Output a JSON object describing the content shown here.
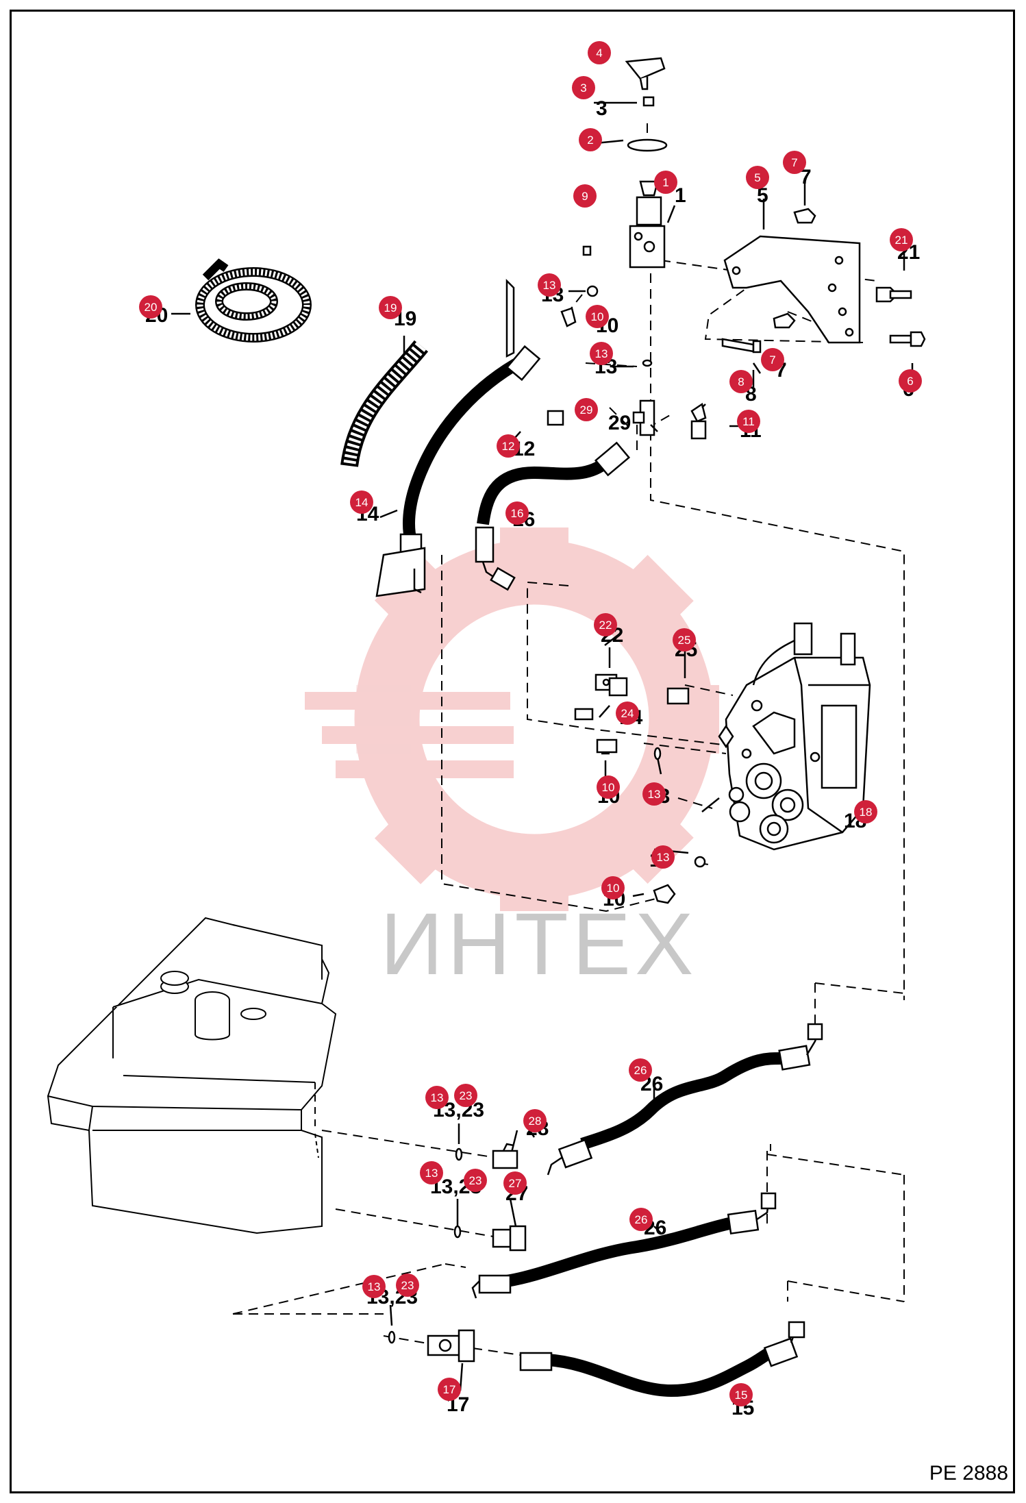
{
  "document": {
    "code": "PE 2888",
    "watermark": "ИНТЕХ"
  },
  "colors": {
    "callout": "#d0203a",
    "watermark_gear": "#f5c5c5",
    "watermark_text": "#c8c8c8",
    "line": "#000000"
  },
  "callouts": [
    {
      "id": "callout-4",
      "label": "4"
    },
    {
      "id": "callout-3",
      "label": "3"
    },
    {
      "id": "callout-2",
      "label": "2"
    },
    {
      "id": "callout-1",
      "label": "1"
    },
    {
      "id": "callout-9",
      "label": "9"
    },
    {
      "id": "callout-5",
      "label": "5"
    },
    {
      "id": "callout-7a",
      "label": "7"
    },
    {
      "id": "callout-21",
      "label": "21"
    },
    {
      "id": "callout-20",
      "label": "20"
    },
    {
      "id": "callout-13a",
      "label": "13"
    },
    {
      "id": "callout-10a",
      "label": "10"
    },
    {
      "id": "callout-19",
      "label": "19"
    },
    {
      "id": "callout-13b",
      "label": "13"
    },
    {
      "id": "callout-7b",
      "label": "7"
    },
    {
      "id": "callout-8",
      "label": "8"
    },
    {
      "id": "callout-6",
      "label": "6"
    },
    {
      "id": "callout-29",
      "label": "29"
    },
    {
      "id": "callout-11",
      "label": "11"
    },
    {
      "id": "callout-12",
      "label": "12"
    },
    {
      "id": "callout-14",
      "label": "14"
    },
    {
      "id": "callout-16",
      "label": "16"
    },
    {
      "id": "callout-22",
      "label": "22"
    },
    {
      "id": "callout-25",
      "label": "25"
    },
    {
      "id": "callout-24",
      "label": "24"
    },
    {
      "id": "callout-10b",
      "label": "10"
    },
    {
      "id": "callout-13c",
      "label": "13"
    },
    {
      "id": "callout-18",
      "label": "18"
    },
    {
      "id": "callout-13d",
      "label": "13"
    },
    {
      "id": "callout-10c",
      "label": "10"
    },
    {
      "id": "callout-26a",
      "label": "26"
    },
    {
      "id": "callout-13e",
      "label": "13"
    },
    {
      "id": "callout-23a",
      "label": "23"
    },
    {
      "id": "callout-28",
      "label": "28"
    },
    {
      "id": "callout-13f",
      "label": "13"
    },
    {
      "id": "callout-23b",
      "label": "23"
    },
    {
      "id": "callout-27",
      "label": "27"
    },
    {
      "id": "callout-26b",
      "label": "26"
    },
    {
      "id": "callout-13g",
      "label": "13"
    },
    {
      "id": "callout-23c",
      "label": "23"
    },
    {
      "id": "callout-17",
      "label": "17"
    },
    {
      "id": "callout-15",
      "label": "15"
    }
  ],
  "part_labels": [
    {
      "id": "label-1",
      "text": "1"
    },
    {
      "id": "label-3",
      "text": "3"
    },
    {
      "id": "label-5",
      "text": "5"
    },
    {
      "id": "label-7a",
      "text": "7"
    },
    {
      "id": "label-21",
      "text": "21"
    },
    {
      "id": "label-20",
      "text": "20"
    },
    {
      "id": "label-13a",
      "text": "13"
    },
    {
      "id": "label-10a",
      "text": "10"
    },
    {
      "id": "label-19",
      "text": "19"
    },
    {
      "id": "label-13b",
      "text": "13"
    },
    {
      "id": "label-7b",
      "text": "7"
    },
    {
      "id": "label-8",
      "text": "8"
    },
    {
      "id": "label-6",
      "text": "6"
    },
    {
      "id": "label-29",
      "text": "29"
    },
    {
      "id": "label-11",
      "text": "11"
    },
    {
      "id": "label-12",
      "text": "12"
    },
    {
      "id": "label-14",
      "text": "14"
    },
    {
      "id": "label-16",
      "text": "16"
    },
    {
      "id": "label-22",
      "text": "22"
    },
    {
      "id": "label-25",
      "text": "25"
    },
    {
      "id": "label-24",
      "text": "24"
    },
    {
      "id": "label-10b",
      "text": "10"
    },
    {
      "id": "label-13c",
      "text": "13"
    },
    {
      "id": "label-18",
      "text": "18"
    },
    {
      "id": "label-13d",
      "text": "13"
    },
    {
      "id": "label-10c",
      "text": "10"
    },
    {
      "id": "label-26a",
      "text": "26"
    },
    {
      "id": "label-1323a",
      "text": "13,23"
    },
    {
      "id": "label-28",
      "text": "28"
    },
    {
      "id": "label-1323b",
      "text": "13,23"
    },
    {
      "id": "label-27",
      "text": "27"
    },
    {
      "id": "label-26b",
      "text": "26"
    },
    {
      "id": "label-1323c",
      "text": "13,23"
    },
    {
      "id": "label-17",
      "text": "17"
    },
    {
      "id": "label-15",
      "text": "15"
    }
  ]
}
